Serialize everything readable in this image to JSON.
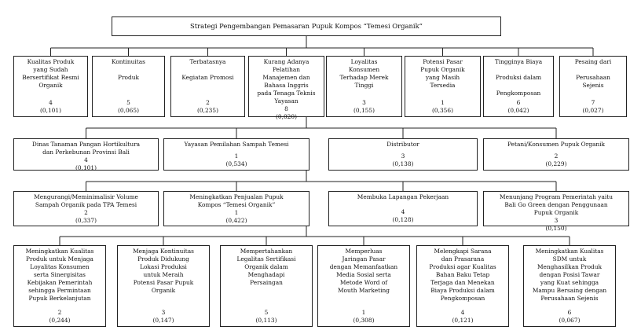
{
  "goal": "Strategi Pengembangan Pemasaran Pupuk Kompos “Temesi Organik”",
  "factors": [
    {
      "label": "Kualitas Produk\nyang Sudah\nBersertifikat Resmi\nOrganik",
      "rank": "4",
      "weight": "(0,101)"
    },
    {
      "label": "Kontinuitas\n\nProduk",
      "rank": "5",
      "weight": "(0,065)"
    },
    {
      "label": "Terbatasnya\n\nKegiatan Promosi",
      "rank": "2",
      "weight": "(0,235)"
    },
    {
      "label": "Kurang Adanya\nPelatihan\nManajemen dan\nBahasa Inggris\npada Tenaga Teknis\nYayasan",
      "rank": "8",
      "weight": "(0,020)"
    },
    {
      "label": "Loyalitas\nKonsumen\nTerhadap Merek\nTinggi",
      "rank": "3",
      "weight": "(0,155)"
    },
    {
      "label": "Potensi Pasar\nPupuk Organik\nyang Masih\nTersedia",
      "rank": "1",
      "weight": "(0,356)"
    },
    {
      "label": "Tingginya Biaya\n\nProduksi dalam\n\nPengkomposan",
      "rank": "6",
      "weight": "(0,042)"
    },
    {
      "label": "Pesaing dari\n\nPerusahaan\nSejenis",
      "rank": "7",
      "weight": "(0,027)"
    }
  ],
  "actors": [
    {
      "label": "Dinas Tanaman Pangan Hortikultura\ndan Perkebunan Provinsi Bali",
      "rank": "4",
      "weight": "(0,101)"
    },
    {
      "label": "Yayasan Pemilahan Sampah Temesi",
      "rank": "1",
      "weight": "(0,534)"
    },
    {
      "label": "Distributor",
      "rank": "3",
      "weight": "(0,138)"
    },
    {
      "label": "Petani/Konsumen Pupuk Organik",
      "rank": "2",
      "weight": "(0,229)"
    }
  ],
  "objectives": [
    {
      "label": "Mengurangi/Meminimalisir Volume\nSampah Organik pada TPA Temesi",
      "rank": "2",
      "weight": "(0,337)"
    },
    {
      "label": "Meningkatkan Penjualan Pupuk\nKompos “Temesi Organik”",
      "rank": "1",
      "weight": "(0,422)"
    },
    {
      "label": "Membuka Lapangan Pekerjaan",
      "rank": "4",
      "weight": "(0,128)"
    },
    {
      "label": "Menunjang Program Pemerintah yaitu\nBali Go Green dengan Penggunaan\nPupuk Organik",
      "rank": "3",
      "weight": "(0,150)"
    }
  ],
  "alternatives": [
    {
      "label": "Meningkatkan Kualitas\nProduk untuk Menjaga\nLoyalitas Konsumen\nserta Sinergisitas\nKebijakan Pemerintah\nsehingga Permintaan\nPupuk Berkelanjutan",
      "rank": "2",
      "weight": "(0,244)"
    },
    {
      "label": "Menjaga Kontinuitas\nProduk Didukung\nLokasi Produksi\nuntuk Meraih\nPotensi Pasar Pupuk\nOrganik",
      "rank": "3",
      "weight": "(0,147)"
    },
    {
      "label": "Mempertahankan\nLegalitas Sertifikasi\nOrganik dalam\nMenghadapi\nPersaingan",
      "rank": "5",
      "weight": "(0,113)"
    },
    {
      "label": "Memperluas\nJaringan Pasar\ndengan Memanfaatkan\nMedia Sosial serta\nMetode Word of\nMouth Marketing",
      "rank": "1",
      "weight": "(0,308)"
    },
    {
      "label": "Melengkapi Sarana\ndan Prasarana\nProduksi agar Kualitas\nBahan Baku Tetap\nTerjaga dan Menekan\nBiaya Produksi dalam\nPengkomposan",
      "rank": "4",
      "weight": "(0,121)"
    },
    {
      "label": "Meningkatkan Kualitas\nSDM untuk\nMenghasilkan Produk\ndengan Posisi Tawar\nyang Kuat sehingga\nMampu Bersaing dengan\nPerusahaan Sejenis",
      "rank": "6",
      "weight": "(0,067)"
    }
  ]
}
